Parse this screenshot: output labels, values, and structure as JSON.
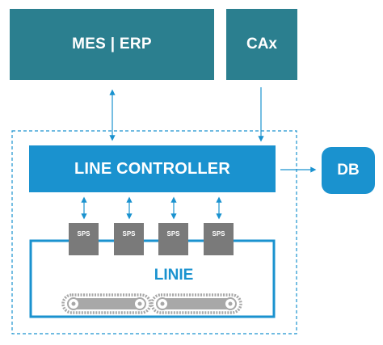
{
  "blocks": {
    "mes_erp": "MES | ERP",
    "cax": "CAx",
    "line_controller": "LINE CONTROLLER",
    "db": "DB",
    "linie": "LINIE"
  },
  "sps_units": [
    "SPS",
    "SPS",
    "SPS",
    "SPS"
  ],
  "colors": {
    "teal": "#2b7f8f",
    "blue": "#1a92cf",
    "gray": "#7a7a7a",
    "conveyor_gray": "#a8a8a8"
  }
}
